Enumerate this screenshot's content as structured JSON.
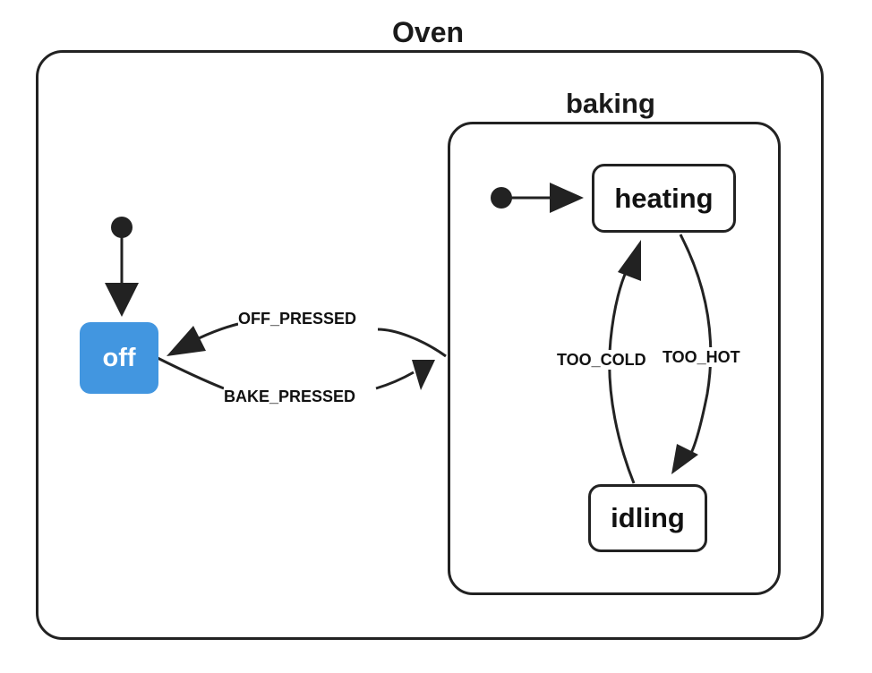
{
  "colors": {
    "line": "#222222",
    "active_state": "#4296e0",
    "active_text": "#ffffff"
  },
  "diagram": {
    "root": {
      "name": "Oven"
    },
    "compound": {
      "name": "baking"
    },
    "states": {
      "off": "off",
      "heating": "heating",
      "idling": "idling"
    },
    "active_state": "off",
    "transitions": {
      "off_pressed": "OFF_PRESSED",
      "bake_pressed": "BAKE_PRESSED",
      "too_cold": "TOO_COLD",
      "too_hot": "TOO_HOT"
    }
  }
}
